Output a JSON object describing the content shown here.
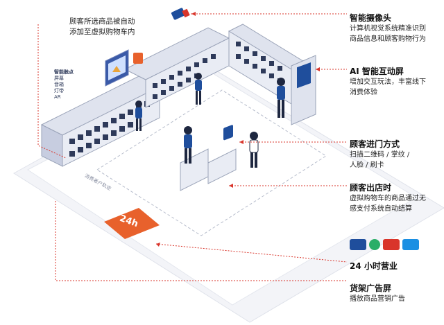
{
  "intro": {
    "line1": "顾客所选商品被自动",
    "line2": "添加至虚拟购物车内"
  },
  "features": [
    {
      "title": "智能摄像头",
      "desc1": "计算机视觉系统精准识别",
      "desc2": "商品信息和顾客购物行为"
    },
    {
      "title": "AI 智能互动屏",
      "desc1": "增加交互玩法，丰富线下",
      "desc2": "消费体验"
    },
    {
      "title": "顾客进门方式",
      "desc1": "扫描二维码 / 掌纹 /",
      "desc2": "人脸 / 刷卡"
    },
    {
      "title": "顾客出店时",
      "desc1": "虚拟购物车的商品通过无",
      "desc2": "感支付系统自动结算"
    },
    {
      "title": "24 小时营业"
    },
    {
      "title": "货架广告屏",
      "desc1": "播放商品营销广告"
    }
  ],
  "shelf_screen": {
    "heading": "智能触点",
    "items": [
      "屏幕",
      "音箱",
      "灯带",
      "AR"
    ]
  },
  "floor_label": "消费者户轨迹",
  "sign_24h": "24h",
  "payment_icons": [
    "unionpay-icon",
    "wechat-pay-icon",
    "card-icon",
    "alipay-icon"
  ],
  "colors": {
    "accent_red": "#d9352b",
    "brand_blue": "#1f4e9c",
    "sign_orange": "#e8612c",
    "floor": "#eef0f6"
  }
}
